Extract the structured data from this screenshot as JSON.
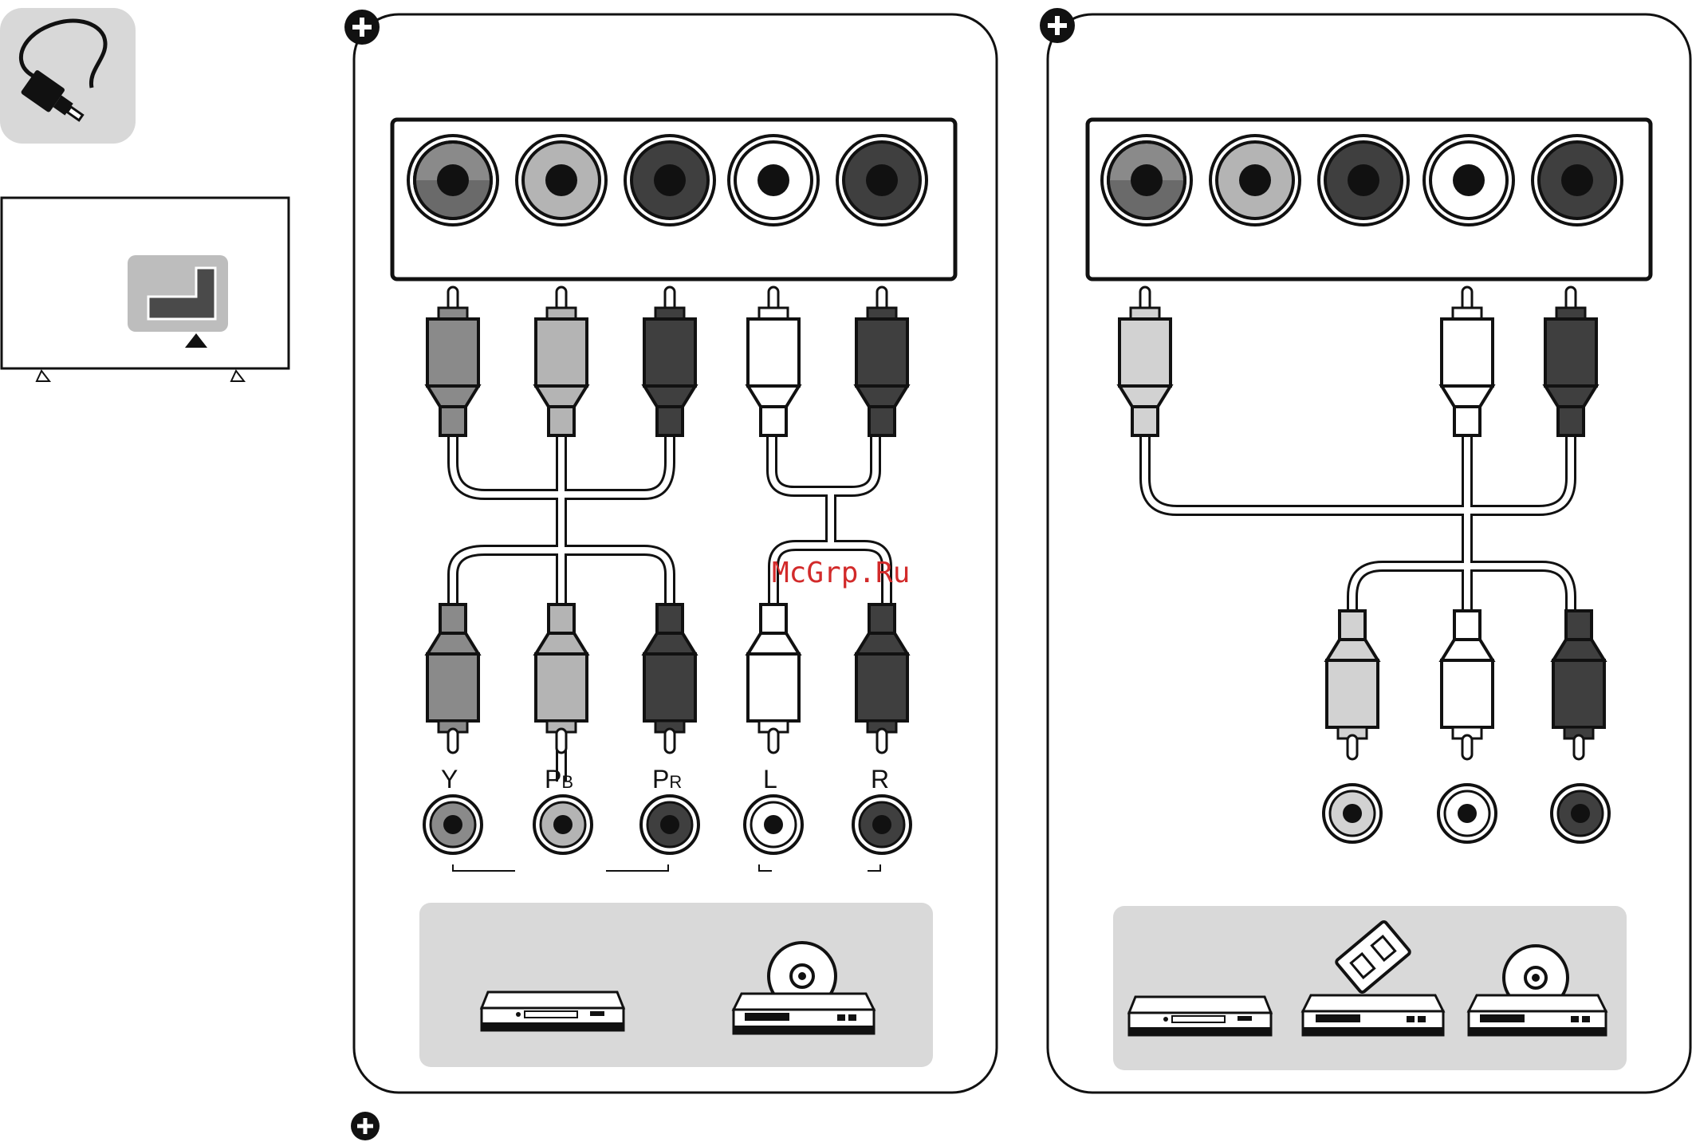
{
  "colors": {
    "y_green": "#8a8a8a",
    "pb_blue": "#b4b4b4",
    "pr_red": "#3f3f3f",
    "audio_white": "#ffffff",
    "audio_red": "#3f3f3f",
    "video_yellow": "#d2d2d2",
    "panel_bg": "#d9d9d9",
    "watermark": "#d22a2a"
  },
  "icons": {
    "cable": "av-cable-icon",
    "tv": "tv-back-panel-icon",
    "add": "plus-circle-icon",
    "dvd_player": "dvd-player-icon",
    "disc_player": "disc-player-icon",
    "vcr": "vcr-icon"
  },
  "panel1": {
    "labels": {
      "y": "Y",
      "pb_main": "P",
      "pb_sub": "B",
      "pr_main": "P",
      "pr_sub": "R",
      "l": "L",
      "r": "R"
    }
  },
  "watermark": "McGrp.Ru"
}
